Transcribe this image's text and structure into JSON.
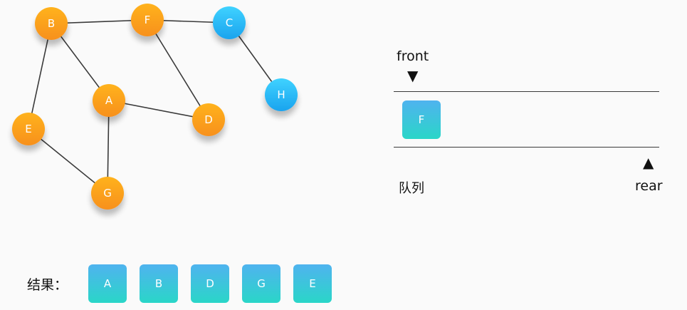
{
  "graph": {
    "nodes": [
      {
        "id": "B",
        "label": "B",
        "state": "visited"
      },
      {
        "id": "F",
        "label": "F",
        "state": "visited"
      },
      {
        "id": "C",
        "label": "C",
        "state": "unvisited"
      },
      {
        "id": "H",
        "label": "H",
        "state": "unvisited"
      },
      {
        "id": "A",
        "label": "A",
        "state": "visited"
      },
      {
        "id": "D",
        "label": "D",
        "state": "visited"
      },
      {
        "id": "E",
        "label": "E",
        "state": "visited"
      },
      {
        "id": "G",
        "label": "G",
        "state": "visited"
      }
    ],
    "edges": [
      [
        "B",
        "F"
      ],
      [
        "F",
        "C"
      ],
      [
        "C",
        "H"
      ],
      [
        "B",
        "A"
      ],
      [
        "B",
        "E"
      ],
      [
        "F",
        "D"
      ],
      [
        "A",
        "D"
      ],
      [
        "A",
        "G"
      ],
      [
        "E",
        "G"
      ]
    ],
    "colors": {
      "visited_top": "#ffb21a",
      "visited_bottom": "#f7901e",
      "unvisited_top": "#3fd2ff",
      "unvisited_bottom": "#1aa3ee",
      "edge": "#3a3a3a"
    }
  },
  "queue": {
    "front_label": "front",
    "rear_label": "rear",
    "caption": "队列",
    "items": [
      "F"
    ]
  },
  "result": {
    "label": "结果：",
    "items": [
      "A",
      "B",
      "D",
      "G",
      "E"
    ]
  }
}
